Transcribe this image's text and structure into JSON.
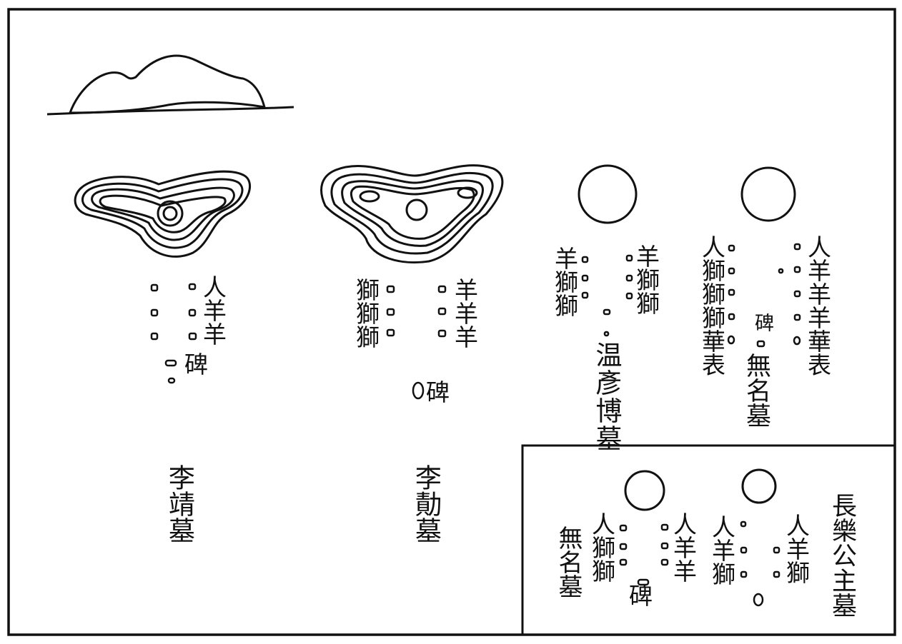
{
  "colors": {
    "ink": "#111111",
    "paper": "#ffffff"
  },
  "tombs": {
    "li_jing": {
      "name": "李靖墓",
      "right_column": [
        "人",
        "羊",
        "羊"
      ],
      "stele": "碑"
    },
    "li_ji": {
      "name": "李勣墓",
      "left_column": [
        "獅",
        "獅",
        "獅"
      ],
      "right_column": [
        "羊",
        "羊",
        "羊"
      ],
      "stele": "碑"
    },
    "wen_yanbo": {
      "name": "温彥博墓",
      "left_column": [
        "羊",
        "獅",
        "獅"
      ],
      "right_column": [
        "羊",
        "獅",
        "獅"
      ]
    },
    "unnamed_upper": {
      "name": "無名墓",
      "left_column": [
        "人",
        "獅",
        "獅",
        "獅",
        "華",
        "表"
      ],
      "right_column": [
        "人",
        "羊",
        "羊",
        "羊",
        "華",
        "表"
      ],
      "stele": "碑"
    },
    "unnamed_lower": {
      "name": "無名墓",
      "left_column": [
        "人",
        "獅",
        "獅"
      ],
      "right_column": [
        "人",
        "羊",
        "羊"
      ],
      "stele": "碑"
    },
    "princess_changle": {
      "name": "長樂公主墓",
      "left_column": [
        "人",
        "羊",
        "獅"
      ],
      "right_column": [
        "人",
        "羊",
        "獅"
      ]
    }
  }
}
